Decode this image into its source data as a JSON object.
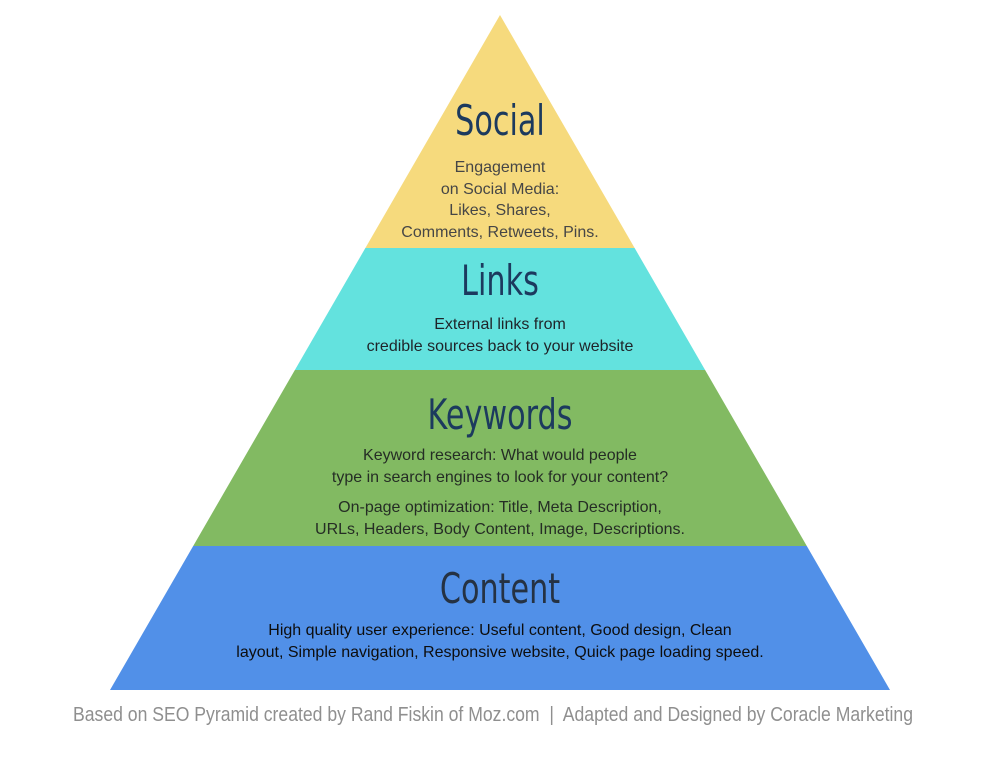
{
  "page": {
    "background": "#ffffff"
  },
  "pyramid": {
    "layers": [
      {
        "id": "social",
        "label": "Social",
        "color": "#f6da7d",
        "title_color": "#1c3a5e",
        "body_color": "#464646",
        "body": "Engagement\non Social Media:\nLikes, Shares,\nComments, Retweets, Pins."
      },
      {
        "id": "links",
        "label": "Links",
        "color": "#63e2de",
        "title_color": "#1c3a5e",
        "body_color": "#1f2429",
        "body": "External links from\ncredible sources back to your website"
      },
      {
        "id": "keywords",
        "label": "Keywords",
        "color": "#82ba62",
        "title_color": "#1c3a5e",
        "body_color": "#252d25",
        "body": "Keyword research: What would people\ntype in search engines to look for your content?",
        "body2": "On-page optimization: Title, Meta Description,\nURLs, Headers, Body Content, Image, Descriptions."
      },
      {
        "id": "content",
        "label": "Content",
        "color": "#5190e8",
        "title_color": "#253243",
        "body_color": "#0d0d0d",
        "body": "High quality user experience: Useful content, Good design, Clean\nlayout, Simple navigation, Responsive website, Quick page loading speed."
      }
    ]
  },
  "footer": {
    "text": "Based on SEO Pyramid created by Rand Fiskin of Moz.com  |  Adapted and Designed by Coracle Marketing",
    "color": "#8f8f8f"
  }
}
